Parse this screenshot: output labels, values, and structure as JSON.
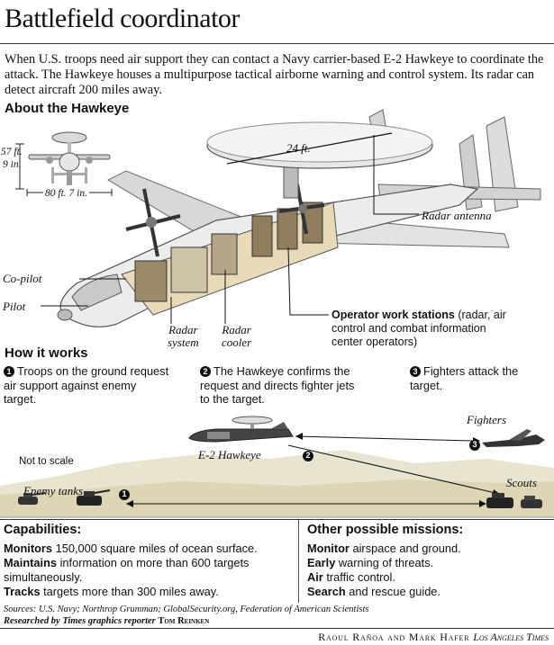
{
  "title": "Battlefield coordinator",
  "intro": "When U.S. troops need air support they can contact a Navy carrier-based E-2 Hawkeye to coordinate the attack. The Hawkeye houses a multipurpose tactical airborne warning and control system. Its radar can detect aircraft 200 miles away.",
  "about": {
    "heading": "About the Hawkeye",
    "height_label": "57 ft.",
    "height_label2": "9 in.",
    "width_label": "80 ft. 7 in.",
    "radome_label": "24 ft.",
    "labels": {
      "radar_antenna": "Radar antenna",
      "copilot": "Co-pilot",
      "pilot": "Pilot",
      "radar_system_1": "Radar",
      "radar_system_2": "system",
      "radar_cooler_1": "Radar",
      "radar_cooler_2": "cooler",
      "operator_bold": "Operator work stations",
      "operator_rest_1": "(radar, air",
      "operator_rest_2": "control and combat information",
      "operator_rest_3": "center operators)"
    }
  },
  "how": {
    "heading": "How it works",
    "steps": [
      {
        "num": "1",
        "line1": "Troops on the ground request",
        "line2": "air support against enemy",
        "line3": "target."
      },
      {
        "num": "2",
        "line1": "The Hawkeye confirms the",
        "line2": "request and directs fighter jets",
        "line3": "to the target."
      },
      {
        "num": "3",
        "line1": "Fighters attack the",
        "line2": "target.",
        "line3": ""
      }
    ],
    "scene": {
      "fighters": "Fighters",
      "hawkeye": "E-2 Hawkeye",
      "not_to_scale": "Not to scale",
      "enemy_tanks": "Enemy tanks",
      "scouts": "Scouts",
      "marker1": "1",
      "marker2": "2",
      "marker3": "3"
    }
  },
  "capabilities": {
    "heading": "Capabilities:",
    "items": [
      {
        "bold": "Monitors",
        "rest": " 150,000 square miles of ocean surface."
      },
      {
        "bold": "Maintains",
        "rest": " information on more than 600 targets"
      },
      {
        "bold": "",
        "rest": "simultaneously."
      },
      {
        "bold": "Tracks",
        "rest": " targets more than 300 miles away."
      }
    ]
  },
  "missions": {
    "heading": "Other possible missions:",
    "items": [
      {
        "bold": "Monitor",
        "rest": " airspace and ground."
      },
      {
        "bold": "Early",
        "rest": " warning of threats."
      },
      {
        "bold": "Air",
        "rest": " traffic control."
      },
      {
        "bold": "Search",
        "rest": " and rescue guide."
      }
    ]
  },
  "sources": "Sources: U.S. Navy; Northrop Grumman; GlobalSecurity.org, Federation of American Scientists",
  "researched": "Researched by Times graphics reporter",
  "researcher": "Tom Reinken",
  "credit_names": "Raoul Rañoa and Mark Hafer",
  "credit_paper": "Los Angeles Times"
}
